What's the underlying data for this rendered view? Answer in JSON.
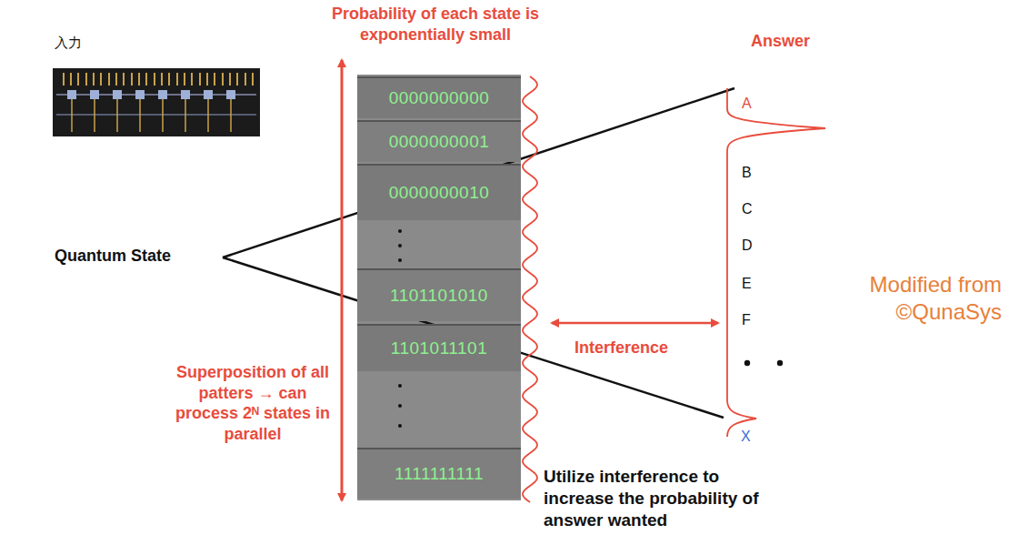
{
  "diagram": {
    "nodes": [
      {
        "text": [
          "0000000000"
        ]
      },
      {
        "text": [
          "0000000001"
        ]
      },
      {
        "text": [
          "0000000010"
        ]
      },
      {
        "text": [
          "1101101010"
        ]
      },
      {
        "text": [
          "1101011101"
        ]
      },
      {
        "text": [
          "1111111111"
        ]
      }
    ],
    "labels": [
      "Probability of each state is exponentially small",
      "Answer",
      "入力",
      "Quantum State",
      "A",
      "B",
      "C",
      "D",
      "E",
      "F",
      "X",
      "Modified from ©QunaSys",
      "Interference",
      "Superposition of all patters → can process 2ᴺ states in parallel",
      "Utilize interference to increase the probability of answer wanted"
    ]
  }
}
